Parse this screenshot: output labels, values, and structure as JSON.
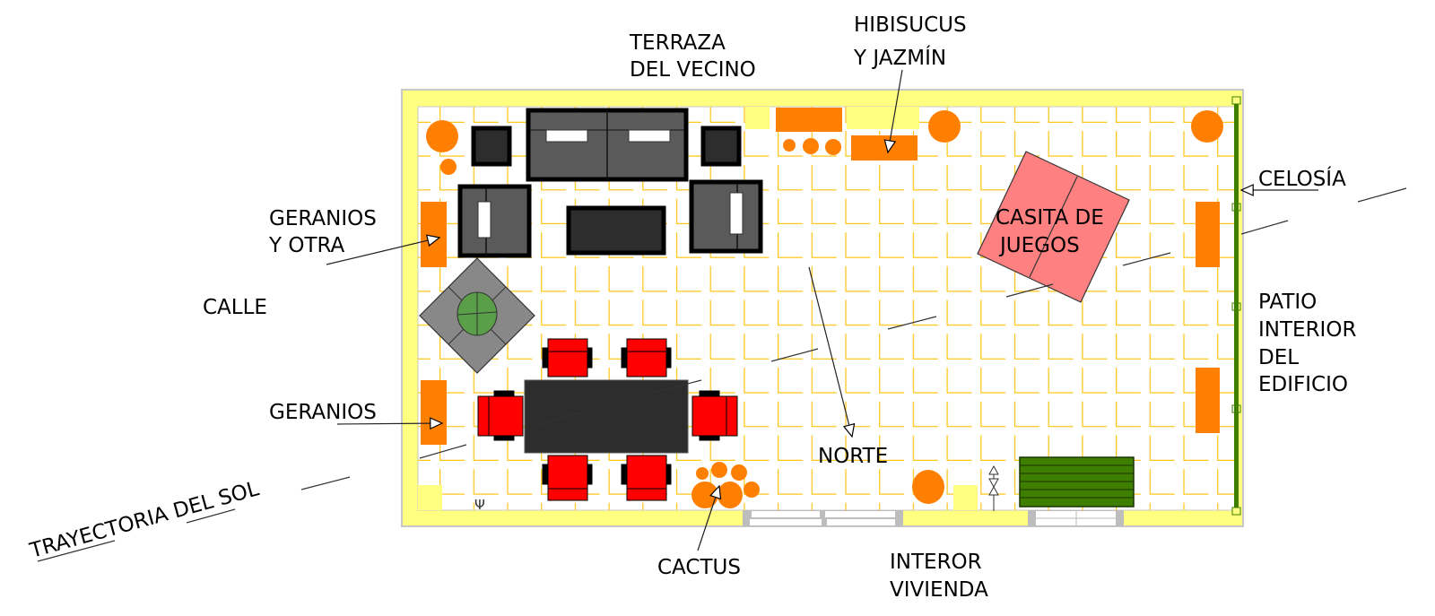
{
  "labels": {
    "terraza_1": "TERRAZA",
    "terraza_2": "DEL VECINO",
    "hibiscus_1": "HIBISUCUS",
    "hibiscus_2": "Y JAZMÍN",
    "geranios_otra_1": "GERANIOS",
    "geranios_otra_2": "Y OTRA",
    "calle": "CALLE",
    "geranios": "GERANIOS",
    "celosia": "CELOSÍA",
    "casita_1": "CASITA DE",
    "casita_2": "JUEGOS",
    "patio_1": "PATIO",
    "patio_2": "INTERIOR",
    "patio_3": "DEL",
    "patio_4": "EDIFICIO",
    "norte": "NORTE",
    "cactus": "CACTUS",
    "interior_1": "INTEROR",
    "interior_2": "VIVIENDA",
    "sol": "TRAYECTORIA DEL SOL"
  },
  "colors": {
    "wall": "#ffff80",
    "grid": "#ffc61a",
    "plant": "#ff8000",
    "furniture_dark": "#2d2d2d",
    "furniture_gray": "#5a5a5a",
    "chair": "#ff0000",
    "playhouse": "#ff8080",
    "bench": "#3f7f00",
    "lattice": "#3f7f00"
  }
}
